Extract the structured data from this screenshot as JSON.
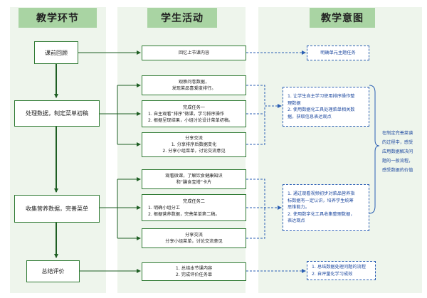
{
  "columns": {
    "teaching_steps": "教学环节",
    "student_activities": "学生活动",
    "teaching_intent": "教学意图"
  },
  "steps": [
    {
      "label": "课前回顾"
    },
    {
      "label": "处理数据，制定菜单初稿"
    },
    {
      "label": "收集营养数据，完善菜单"
    },
    {
      "label": "总结评价"
    }
  ],
  "activities": [
    {
      "lines": [
        "回忆上节课内容"
      ]
    },
    {
      "lines": [
        "观察问卷数据，",
        "发现菜品喜爱度排行。"
      ]
    },
    {
      "lines": [
        "完成任务一",
        "1. 自主观看“排序”微课，学习排序操作",
        "2. 根据呈现结果，小组讨论设计菜单初稿。"
      ]
    },
    {
      "lines": [
        "分享交流",
        "1. 分享排序后数据变化",
        "2. 分享小组菜单，讨论交流意见"
      ]
    },
    {
      "lines": [
        "观看微课，了解饮食健康知识",
        "和“膳食宝塔”卡片"
      ]
    },
    {
      "lines": [
        "完成任务二",
        "1. 明确小组分工",
        "2. 根据营养数据，完善菜单第二稿。"
      ]
    },
    {
      "lines": [
        "分享交流",
        "分享小组菜单，讨论交流意见"
      ]
    },
    {
      "lines": [
        "1. 总结本节课内容",
        "2. 完成评价任务单"
      ]
    }
  ],
  "intents": [
    {
      "lines": [
        "明确单元主题任务"
      ]
    },
    {
      "lines": [
        "1. 让学生自主学习使用排序操作整",
        "理数据",
        "2. 使用数据化工具处理菜单相关数",
        "据，获取信息表达观点"
      ]
    },
    {
      "lines": [
        "1. 通过观看视频初步对菜品营养指",
        "标数据有一定认识，培养学生统筹",
        "思维能力。",
        "2. 使用数字化工具收集整理数据，",
        "表达观点"
      ]
    },
    {
      "lines": [
        "1. 总结数据处理问题的流程",
        "2. 自评量化学习成效"
      ]
    }
  ],
  "side_note": {
    "lines": [
      "在制定完善菜谱",
      "的过程中，感受",
      "应用数据解决问",
      "题的一般流程，",
      "感受数据的价值"
    ]
  },
  "colors": {
    "column_bg": "#eef5ec",
    "column_header": "#a9d4a3",
    "green_border": "#2f7a33",
    "intent_blue": "#2b5fb3"
  }
}
